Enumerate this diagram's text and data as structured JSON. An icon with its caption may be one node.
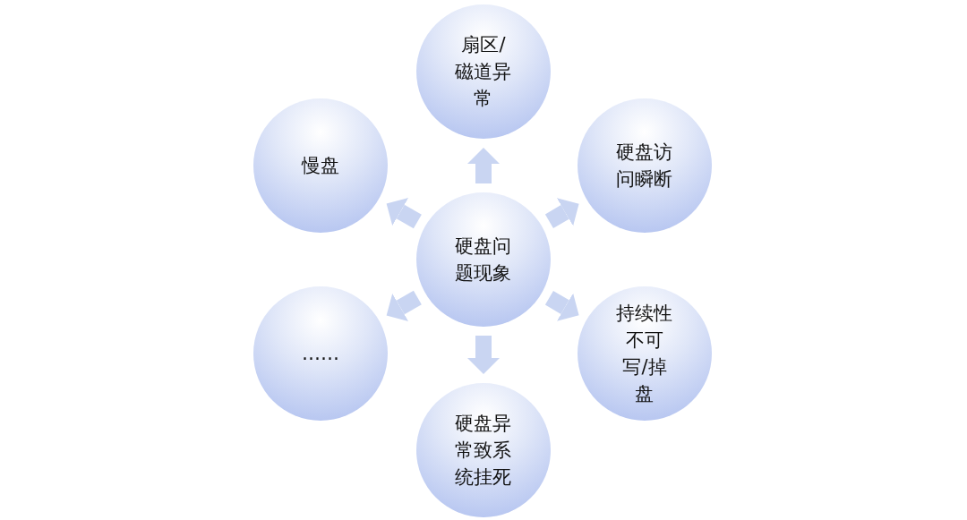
{
  "diagram": {
    "nodes": [
      {
        "text": [
          "扇区/磁道异常"
        ]
      },
      {
        "text": [
          "慢盘"
        ]
      },
      {
        "text": [
          "硬盘问题现象"
        ]
      },
      {
        "text": [
          "硬盘访问瞬断"
        ]
      },
      {
        "text": [
          "……"
        ]
      },
      {
        "text": [
          "持续性不可写/掉盘"
        ]
      },
      {
        "text": [
          "硬盘异常致系统挂死"
        ]
      }
    ],
    "edges": [
      {
        "from": 2,
        "to": 0,
        "arrow": "to"
      },
      {
        "from": 2,
        "to": 3,
        "arrow": "to"
      },
      {
        "from": 2,
        "to": 5,
        "arrow": "to"
      },
      {
        "from": 2,
        "to": 6,
        "arrow": "to"
      },
      {
        "from": 2,
        "to": 4,
        "arrow": "to"
      },
      {
        "from": 2,
        "to": 1,
        "arrow": "to"
      }
    ]
  }
}
